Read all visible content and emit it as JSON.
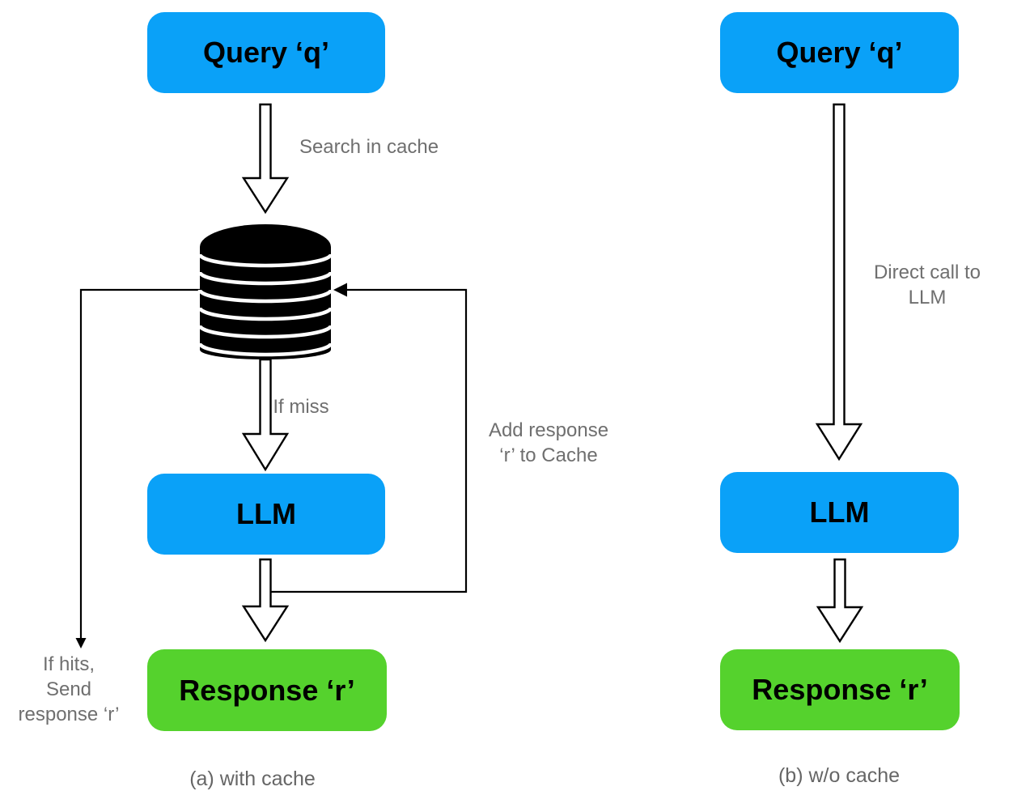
{
  "colors": {
    "box_blue": "#0aa1f8",
    "box_green": "#55d22d",
    "label_gray": "#6f6f6f",
    "caption_gray": "#666666",
    "line_black": "#000000"
  },
  "diagram_a": {
    "query_label": "Query ‘q’",
    "search_arrow_label": "Search in cache",
    "cache_icon": "database-cylinder-icon",
    "if_miss_label": "If miss",
    "llm_label": "LLM",
    "add_response_label": "Add response\n‘r’ to Cache",
    "if_hits_label": "If hits,\nSend\nresponse ‘r’",
    "response_label": "Response ‘r’",
    "caption": "(a) with cache"
  },
  "diagram_b": {
    "query_label": "Query ‘q’",
    "direct_call_label": "Direct call to\nLLM",
    "llm_label": "LLM",
    "response_label": "Response ‘r’",
    "caption": "(b) w/o cache"
  }
}
